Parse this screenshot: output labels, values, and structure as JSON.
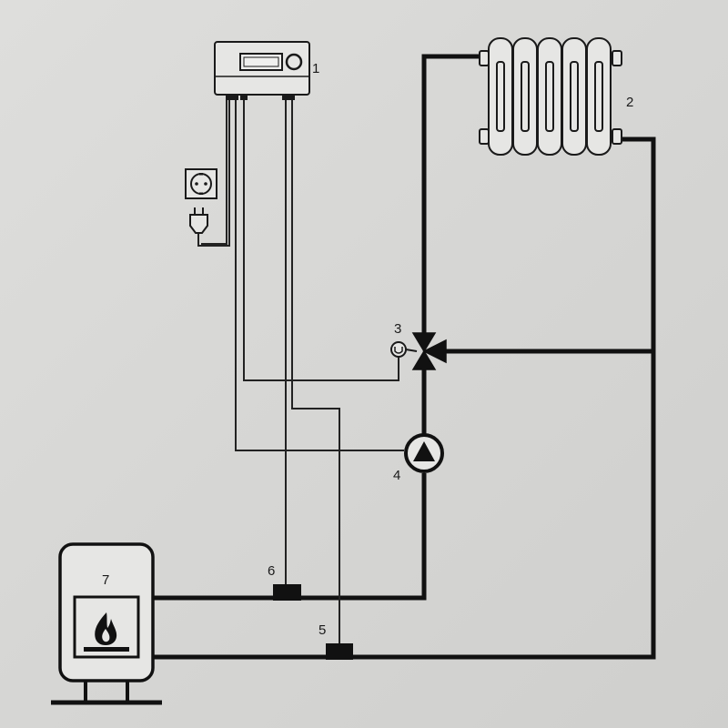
{
  "labels": {
    "controller": "1",
    "radiator": "2",
    "mixing_valve": "3",
    "pump": "4",
    "sensor_return": "5",
    "sensor_flow": "6",
    "boiler": "7"
  }
}
